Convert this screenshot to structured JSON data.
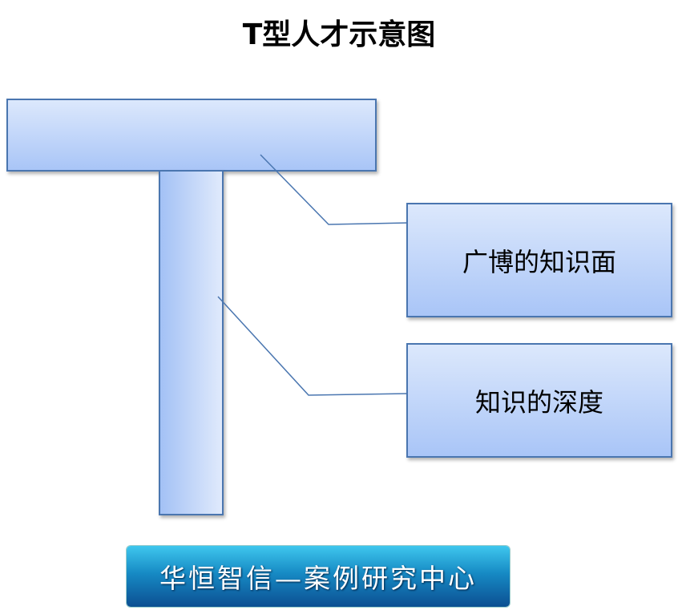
{
  "title": "T型人才示意图",
  "labels": {
    "breadth": "广博的知识面",
    "depth": "知识的深度"
  },
  "footer": "华恒智信—案例研究中心",
  "colors": {
    "stroke": "#4a76b0",
    "fill_light": "#dce8fc",
    "fill_dark": "#a9c5f7"
  }
}
